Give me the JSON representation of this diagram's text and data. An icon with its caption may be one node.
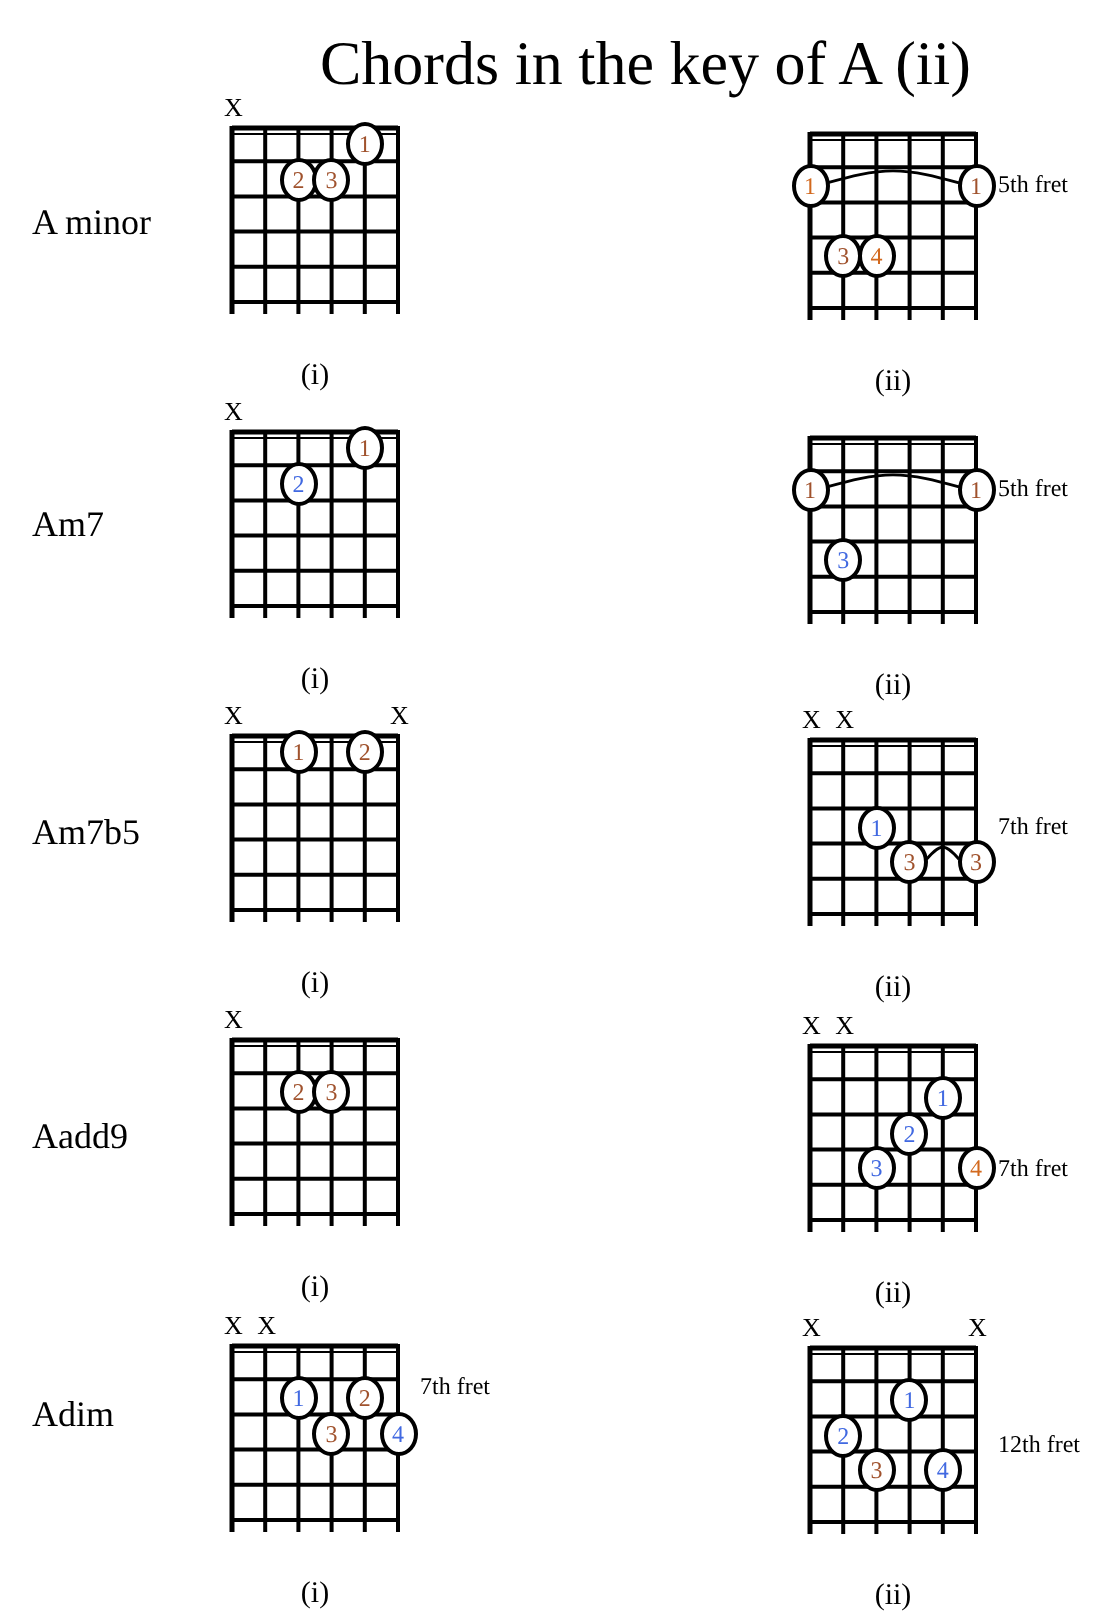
{
  "diagram": {
    "title": "Chords in the key of A (ii)",
    "nodes": [
      {
        "text": [],
        "shape": "grid",
        "beside": [
          "X",
          "(i)"
        ]
      },
      {
        "text": [
          "1"
        ],
        "in": 0
      },
      {
        "text": [
          "2"
        ],
        "in": 0
      },
      {
        "text": [
          "3"
        ],
        "in": 0
      },
      {
        "text": [],
        "shape": "grid",
        "beside": [
          "(ii)"
        ]
      },
      {
        "text": [
          "1"
        ]
      },
      {
        "text": [
          "1"
        ]
      },
      {
        "text": [
          "3"
        ],
        "in": 4
      },
      {
        "text": [
          "4"
        ],
        "in": 4
      },
      {
        "text": [],
        "shape": "grid",
        "beside": [
          "X",
          "(i)"
        ]
      },
      {
        "text": [
          "1"
        ],
        "in": 9
      },
      {
        "text": [
          "2"
        ],
        "in": 9
      },
      {
        "text": [],
        "shape": "grid",
        "beside": [
          "(ii)"
        ]
      },
      {
        "text": [
          "1"
        ]
      },
      {
        "text": [
          "1"
        ]
      },
      {
        "text": [
          "3"
        ],
        "in": 12
      },
      {
        "text": [],
        "shape": "grid",
        "beside": [
          "X",
          "X",
          "(i)"
        ]
      },
      {
        "text": [
          "1"
        ],
        "in": 16
      },
      {
        "text": [
          "2"
        ],
        "in": 16
      },
      {
        "text": [],
        "shape": "grid",
        "beside": [
          "X",
          "X",
          "(ii)"
        ]
      },
      {
        "text": [
          "1"
        ],
        "in": 19
      },
      {
        "text": [
          "3"
        ],
        "in": 19
      },
      {
        "text": [
          "3"
        ]
      },
      {
        "text": [],
        "shape": "grid",
        "beside": [
          "X",
          "(i)"
        ]
      },
      {
        "text": [
          "2"
        ],
        "in": 23
      },
      {
        "text": [
          "3"
        ],
        "in": 23
      },
      {
        "text": [],
        "shape": "grid",
        "beside": [
          "X",
          "X",
          "(ii)"
        ]
      },
      {
        "text": [
          "1"
        ],
        "in": 26
      },
      {
        "text": [
          "2"
        ],
        "in": 26
      },
      {
        "text": [
          "3"
        ],
        "in": 26
      },
      {
        "text": [
          "4"
        ]
      },
      {
        "text": [],
        "shape": "grid",
        "beside": [
          "X",
          "X",
          "(i)"
        ]
      },
      {
        "text": [
          "1"
        ],
        "in": 31
      },
      {
        "text": [
          "2"
        ],
        "in": 31
      },
      {
        "text": [
          "3"
        ],
        "in": 31
      },
      {
        "text": [
          "4"
        ]
      },
      {
        "text": [],
        "shape": "grid",
        "beside": [
          "X",
          "X",
          "(ii)"
        ]
      },
      {
        "text": [
          "1"
        ],
        "in": 36
      },
      {
        "text": [
          "2"
        ],
        "in": 36
      },
      {
        "text": [
          "3"
        ],
        "in": 36
      },
      {
        "text": [
          "4"
        ],
        "in": 36
      }
    ],
    "edges": [
      {
        "from": 5,
        "to": 6,
        "arrow": "none"
      },
      {
        "from": 13,
        "to": 14,
        "arrow": "none"
      },
      {
        "from": 21,
        "to": 22,
        "arrow": "none"
      }
    ],
    "labels": [
      "A minor",
      "5th fret",
      "Am7",
      "5th fret",
      "Am7b5",
      "7th fret",
      "Aadd9",
      "7th fret",
      "Adim",
      "7th fret",
      "12th fret"
    ]
  }
}
